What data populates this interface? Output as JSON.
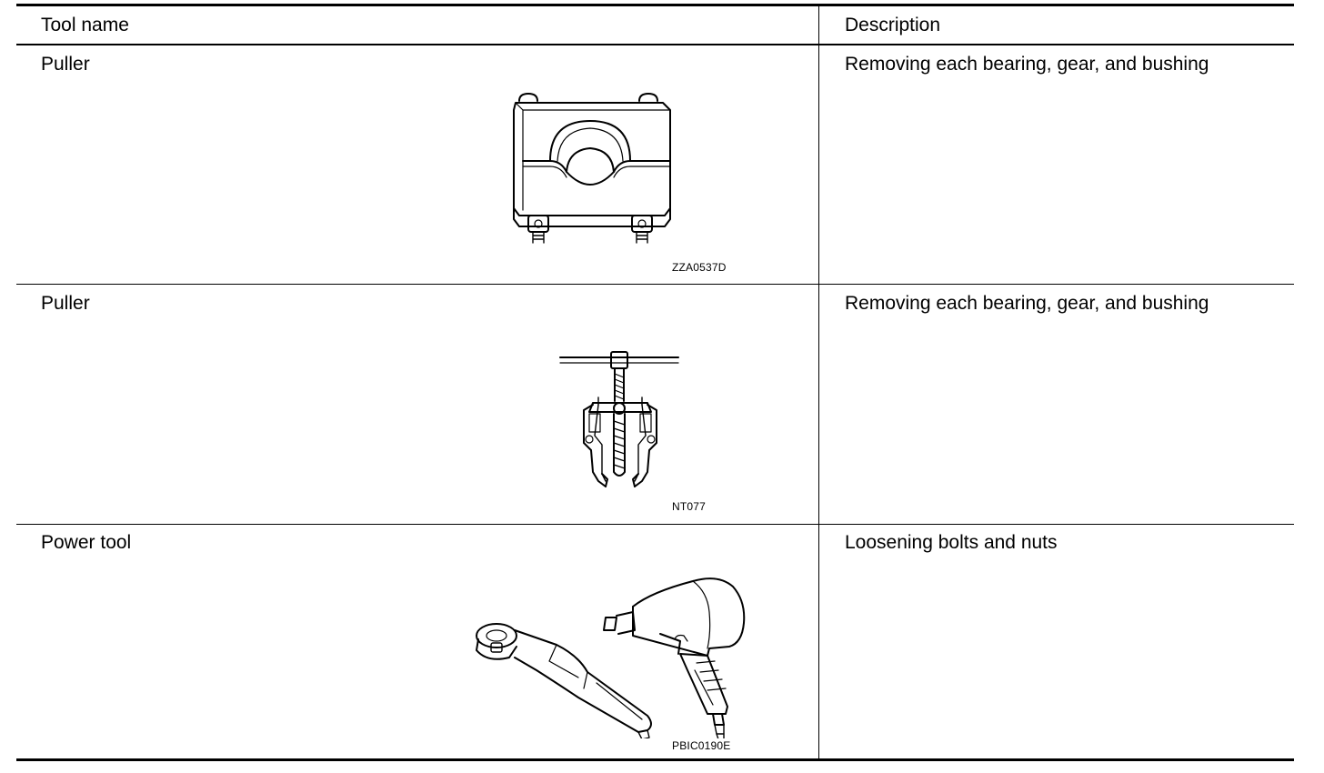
{
  "header": {
    "tool_name": "Tool name",
    "description": "Description"
  },
  "rows": [
    {
      "tool_name": "Puller",
      "description": "Removing each bearing, gear, and bushing",
      "figure_code": "ZZA0537D",
      "figure_icon": "bearing-puller-plate-icon"
    },
    {
      "tool_name": "Puller",
      "description": "Removing each bearing, gear, and bushing",
      "figure_code": "NT077",
      "figure_icon": "jaw-puller-icon"
    },
    {
      "tool_name": "Power tool",
      "description": "Loosening bolts and nuts",
      "figure_code": "PBIC0190E",
      "figure_icon": "power-tools-icon"
    }
  ]
}
